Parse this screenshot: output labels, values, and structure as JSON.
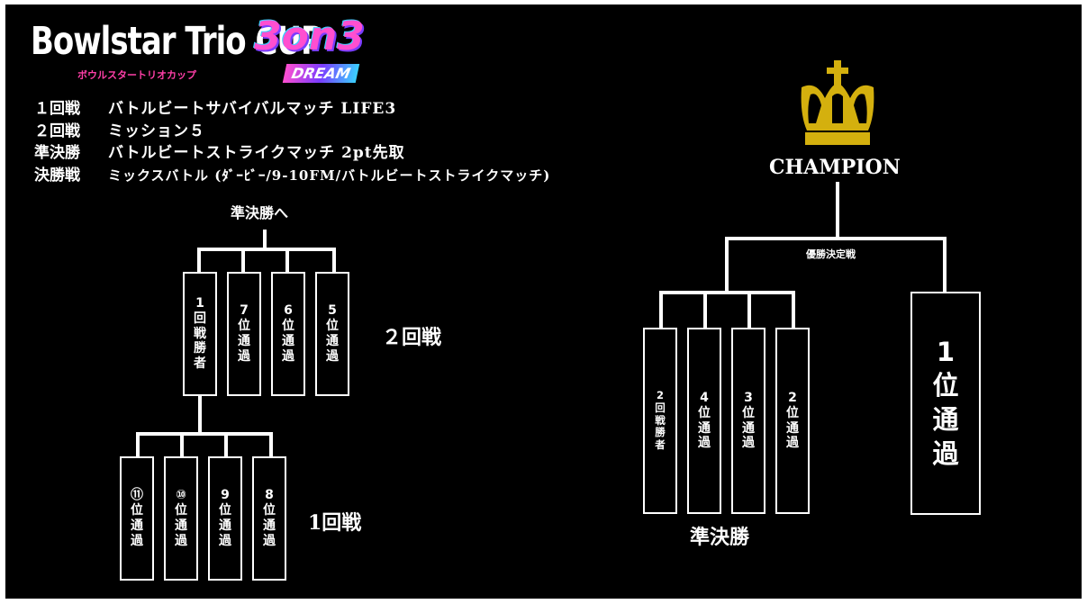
{
  "logo": {
    "main": "Bowlstar Trio CUP",
    "sub": "ボウルスタートリオカップ",
    "badge": "3on3",
    "badge2": "DREAM"
  },
  "rules": [
    {
      "label": "１回戦",
      "detail": "バトルビートサバイバルマッチ LIFE3"
    },
    {
      "label": "２回戦",
      "detail": "ミッション５"
    },
    {
      "label": "準決勝",
      "detail": "バトルビートストライクマッチ 2pt先取"
    },
    {
      "label": "決勝戦",
      "detail": "ミックスバトル (ﾀﾞｰﾋﾞｰ/9-10FM/バトルビートストライクマッチ)"
    }
  ],
  "labels": {
    "to_semifinal": "準決勝へ",
    "round2": "２回戦",
    "round1": "1回戦",
    "semifinal": "準決勝",
    "champion": "CHAMPION",
    "final": "優勝決定戦"
  },
  "round2_boxes": [
    {
      "top": "1",
      "rest": "回戦勝者"
    },
    {
      "top": "7",
      "rest": "位通過"
    },
    {
      "top": "6",
      "rest": "位通過"
    },
    {
      "top": "5",
      "rest": "位通過"
    }
  ],
  "round1_boxes": [
    {
      "top": "⑪",
      "rest": "位通過"
    },
    {
      "top": "⑩",
      "rest": "位通過"
    },
    {
      "top": "9",
      "rest": "位通過"
    },
    {
      "top": "8",
      "rest": "位通過"
    }
  ],
  "semi_boxes": [
    {
      "top": "2",
      "rest": "回戦勝者"
    },
    {
      "top": "4",
      "rest": "位通過"
    },
    {
      "top": "3",
      "rest": "位通過"
    },
    {
      "top": "2",
      "rest": "位通過"
    }
  ],
  "seed_box": {
    "top": "1",
    "rest": "位通過"
  },
  "colors": {
    "background": "#000000",
    "line": "#ffffff",
    "crown": "#d4b00e"
  }
}
